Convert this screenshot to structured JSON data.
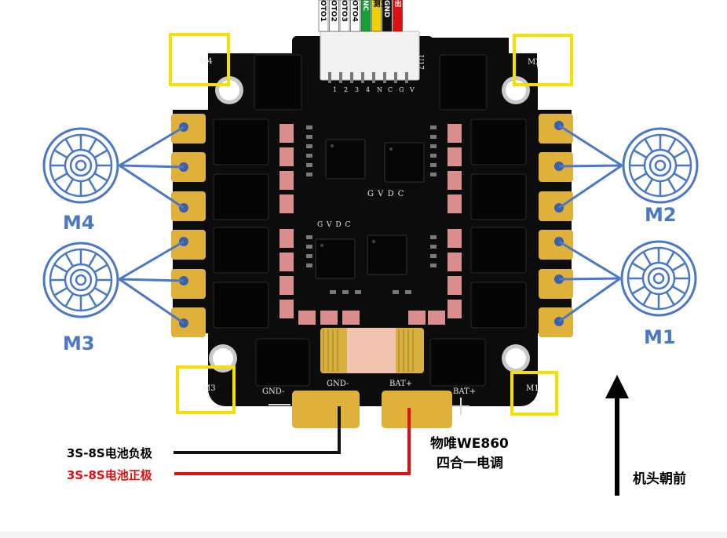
{
  "board": {
    "corner_labels": [
      "M4",
      "M2",
      "M3",
      "M1"
    ],
    "pads": {
      "gnd_top": "GND-",
      "bat_top": "BAT+",
      "gnd_bottom": "GND-",
      "bat_bottom": "BAT+",
      "minus_sign": "—",
      "plus_sign": "+"
    },
    "connector": {
      "ref": "U17",
      "pin_labels": [
        "1",
        "2",
        "3",
        "4",
        "N",
        "C",
        "G",
        "V"
      ],
      "wire_labels": [
        "OTO1",
        "OTO2",
        "OTO3",
        "OTO4",
        "NC",
        "监测",
        "GND",
        "输出"
      ],
      "wire_colors": [
        "#ffffff",
        "#ffffff",
        "#ffffff",
        "#ffffff",
        "#18a038",
        "#f0d000",
        "#111111",
        "#e01010"
      ]
    },
    "silk_gvdc_top": "G V D C",
    "silk_gvdc_bottom": "G V D C"
  },
  "motors": {
    "m4": "M4",
    "m3": "M3",
    "m2": "M2",
    "m1": "M1"
  },
  "wires": {
    "negative": "3S-8S电池负极",
    "positive": "3S-8S电池正极"
  },
  "product": {
    "line1": "物唯WE860",
    "line2": "四合一电调"
  },
  "orientation": {
    "label": "机头朝前"
  },
  "colors": {
    "board": "#0c0c0c",
    "gold": "#e0b13a",
    "motor_blue": "#4a78c4",
    "highlight": "#f5e000",
    "resistor": "#d98d8d",
    "negative_wire": "#111111",
    "positive_wire": "#e01010"
  }
}
